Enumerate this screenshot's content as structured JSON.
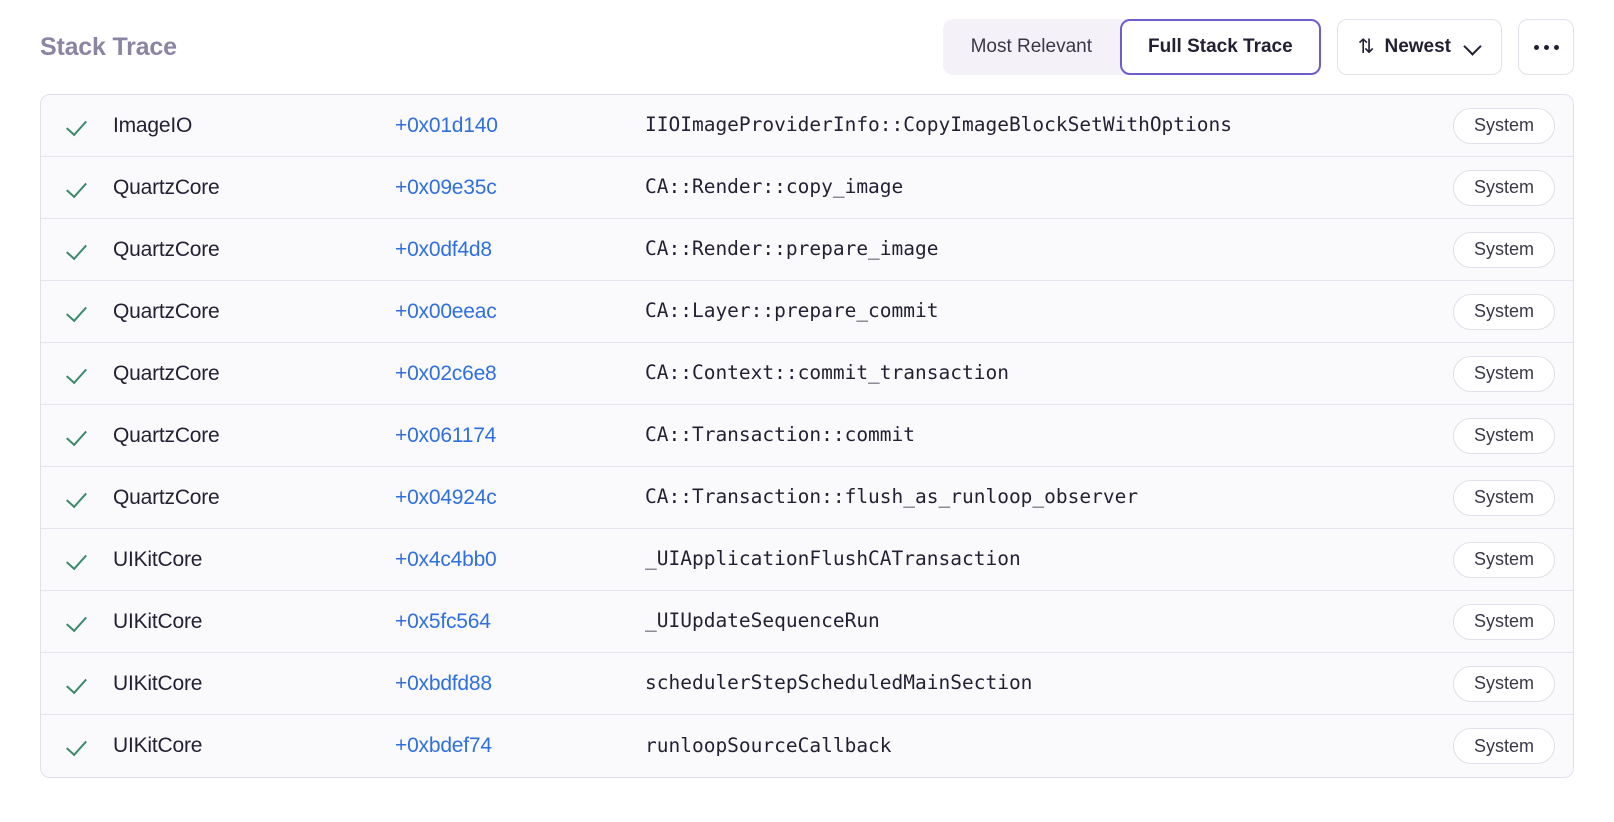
{
  "header": {
    "title": "Stack Trace",
    "segmented": {
      "options": [
        {
          "label": "Most Relevant",
          "selected": false
        },
        {
          "label": "Full Stack Trace",
          "selected": true
        }
      ]
    },
    "sort": {
      "icon": "sort-arrows-icon",
      "label": "Newest",
      "chevron": "chevron-down-icon"
    },
    "more_label": "...",
    "accent_color": "#6c5ecf",
    "title_color": "#8b84a3"
  },
  "table": {
    "columns": [
      "status",
      "module",
      "offset",
      "symbol",
      "origin"
    ],
    "status_icon": "check-icon",
    "status_color": "#3d8a6b",
    "offset_color": "#2f6fe0",
    "rows": [
      {
        "module": "ImageIO",
        "offset": "+0x01d140",
        "symbol": "IIOImageProviderInfo::CopyImageBlockSetWithOptions",
        "badge": "System"
      },
      {
        "module": "QuartzCore",
        "offset": "+0x09e35c",
        "symbol": "CA::Render::copy_image",
        "badge": "System"
      },
      {
        "module": "QuartzCore",
        "offset": "+0x0df4d8",
        "symbol": "CA::Render::prepare_image",
        "badge": "System"
      },
      {
        "module": "QuartzCore",
        "offset": "+0x00eeac",
        "symbol": "CA::Layer::prepare_commit",
        "badge": "System"
      },
      {
        "module": "QuartzCore",
        "offset": "+0x02c6e8",
        "symbol": "CA::Context::commit_transaction",
        "badge": "System"
      },
      {
        "module": "QuartzCore",
        "offset": "+0x061174",
        "symbol": "CA::Transaction::commit",
        "badge": "System"
      },
      {
        "module": "QuartzCore",
        "offset": "+0x04924c",
        "symbol": "CA::Transaction::flush_as_runloop_observer",
        "badge": "System"
      },
      {
        "module": "UIKitCore",
        "offset": "+0x4c4bb0",
        "symbol": "_UIApplicationFlushCATransaction",
        "badge": "System"
      },
      {
        "module": "UIKitCore",
        "offset": "+0x5fc564",
        "symbol": "_UIUpdateSequenceRun",
        "badge": "System"
      },
      {
        "module": "UIKitCore",
        "offset": "+0xbdfd88",
        "symbol": "schedulerStepScheduledMainSection",
        "badge": "System"
      },
      {
        "module": "UIKitCore",
        "offset": "+0xbdef74",
        "symbol": "runloopSourceCallback",
        "badge": "System"
      }
    ]
  }
}
